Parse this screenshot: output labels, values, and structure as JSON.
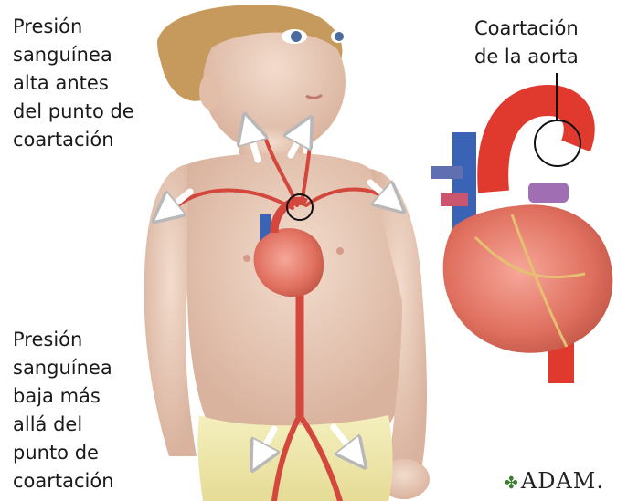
{
  "labels": {
    "top_left": "Presión\nsanguínea\nalta antes\ndel punto de\ncoartación",
    "bottom_left": "Presión\nsanguínea\nbaja más\nallá del\npunto de\ncoartación",
    "top_right": "Coartación\nde la aorta"
  },
  "logo": {
    "symbol": "✤",
    "text": "ADAM."
  }
}
